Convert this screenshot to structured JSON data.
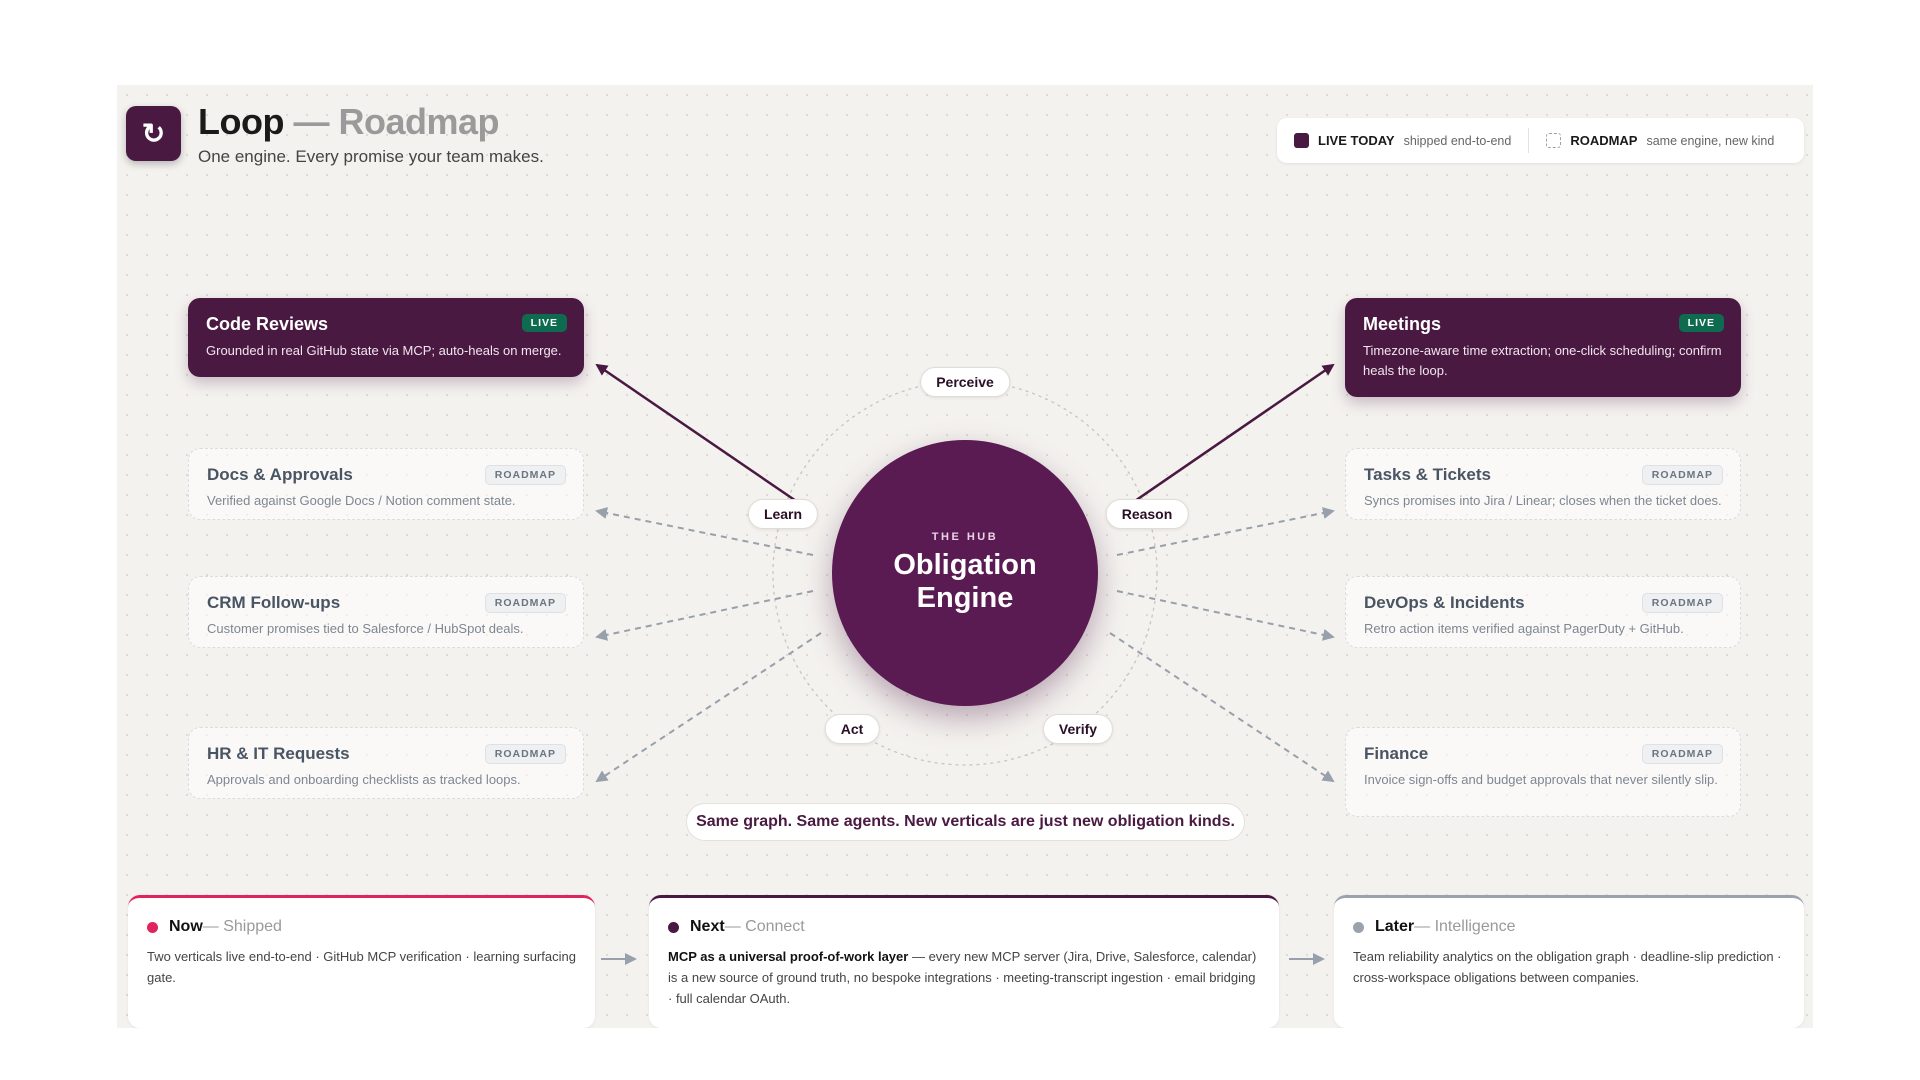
{
  "header": {
    "logo_glyph": "↻",
    "logo_icon": "loop-arrow-icon",
    "title": "Loop",
    "title_suffix": " — Roadmap",
    "subtitle": "One engine. Every promise your team makes."
  },
  "legend": {
    "live_label": "LIVE TODAY",
    "live_desc": "shipped end-to-end",
    "roadmap_label": "ROADMAP",
    "roadmap_desc": "same engine, new kind"
  },
  "colors": {
    "brand": "#4a1942",
    "hub": "#5a1a52",
    "live_badge": "#0e6b4f",
    "now": "#e0245e",
    "next": "#4a1942",
    "later": "#9aa3ad"
  },
  "hub": {
    "eyebrow": "THE HUB",
    "name_line1": "Obligation",
    "name_line2": "Engine"
  },
  "cycle": {
    "perceive": "Perceive",
    "reason": "Reason",
    "verify": "Verify",
    "act": "Act",
    "learn": "Learn"
  },
  "verticals_left": [
    {
      "title": "Code Reviews",
      "badge": "LIVE",
      "status": "live",
      "desc": "Grounded in real GitHub state via MCP; auto-heals on merge."
    },
    {
      "title": "Docs & Approvals",
      "badge": "ROADMAP",
      "status": "roadmap",
      "desc": "Verified against Google Docs / Notion comment state."
    },
    {
      "title": "CRM Follow-ups",
      "badge": "ROADMAP",
      "status": "roadmap",
      "desc": "Customer promises tied to Salesforce / HubSpot deals."
    },
    {
      "title": "HR & IT Requests",
      "badge": "ROADMAP",
      "status": "roadmap",
      "desc": "Approvals and onboarding checklists as tracked loops."
    }
  ],
  "verticals_right": [
    {
      "title": "Meetings",
      "badge": "LIVE",
      "status": "live",
      "desc": "Timezone-aware time extraction; one-click scheduling; confirm heals the loop."
    },
    {
      "title": "Tasks & Tickets",
      "badge": "ROADMAP",
      "status": "roadmap",
      "desc": "Syncs promises into Jira / Linear; closes when the ticket does."
    },
    {
      "title": "DevOps & Incidents",
      "badge": "ROADMAP",
      "status": "roadmap",
      "desc": "Retro action items verified against PagerDuty + GitHub."
    },
    {
      "title": "Finance",
      "badge": "ROADMAP",
      "status": "roadmap",
      "desc": "Invoice sign-offs and budget approvals that never silently slip."
    }
  ],
  "tagline": "Same graph. Same agents. New verticals are just new obligation kinds.",
  "phases": [
    {
      "name": "Now",
      "sub": " — Shipped",
      "desc": "Two verticals live end-to-end · GitHub MCP verification · learning surfacing gate."
    },
    {
      "name": "Next",
      "sub": " — Connect",
      "desc_bold": "MCP as a universal proof-of-work layer",
      "desc": " — every new MCP server (Jira, Drive, Salesforce, calendar) is a new source of ground truth, no bespoke integrations · meeting-transcript ingestion · email bridging · full calendar OAuth."
    },
    {
      "name": "Later",
      "sub": " — Intelligence",
      "desc": "Team reliability analytics on the obligation graph · deadline-slip prediction · cross-workspace obligations between companies."
    }
  ]
}
